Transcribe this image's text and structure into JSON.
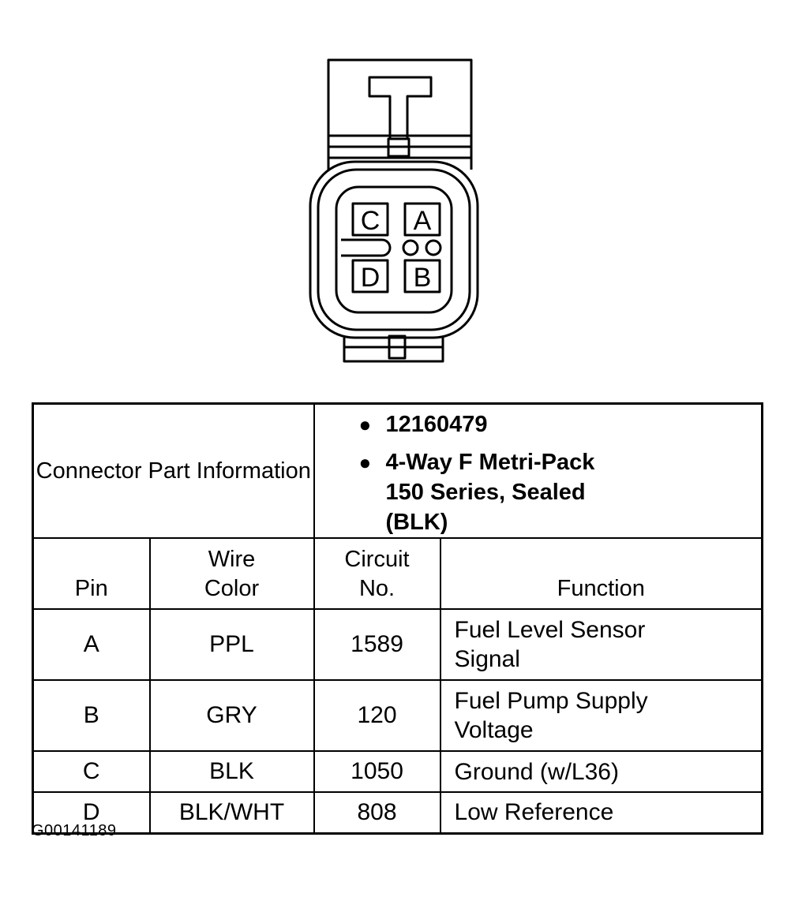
{
  "connector": {
    "cavity_labels": [
      "C",
      "A",
      "D",
      "B"
    ]
  },
  "part_info": {
    "label": "Connector Part Information",
    "items": [
      "12160479",
      "4-Way F Metri-Pack 150 Series, Sealed (BLK)"
    ]
  },
  "columns": {
    "pin": "Pin",
    "wire_color": "Wire Color",
    "circuit_no": "Circuit No.",
    "function": "Function"
  },
  "rows": [
    {
      "pin": "A",
      "wire_color": "PPL",
      "circuit": "1589",
      "function": "Fuel Level Sensor Signal"
    },
    {
      "pin": "B",
      "wire_color": "GRY",
      "circuit": "120",
      "function": "Fuel Pump Supply Voltage"
    },
    {
      "pin": "C",
      "wire_color": "BLK",
      "circuit": "1050",
      "function": "Ground (w/L36)"
    },
    {
      "pin": "D",
      "wire_color": "BLK/WHT",
      "circuit": "808",
      "function": "Low Reference"
    }
  ],
  "figure_code": "G00141189"
}
